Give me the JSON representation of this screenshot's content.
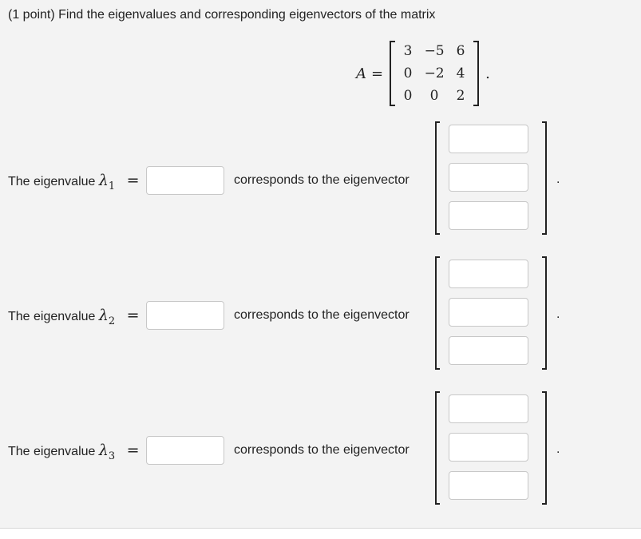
{
  "problem": {
    "prompt": "(1 point) Find the eigenvalues and corresponding eigenvectors of the matrix",
    "matrix_label": "A",
    "equals": "=",
    "matrix": [
      [
        "3",
        "−5",
        "6"
      ],
      [
        "0",
        "−2",
        "4"
      ],
      [
        "0",
        "0",
        "2"
      ]
    ],
    "period": "."
  },
  "rows": [
    {
      "label": "The eigenvalue",
      "symbol": "λ",
      "subscript": "1",
      "equals": "=",
      "eigenvalue_value": "",
      "corresponds": "corresponds to the eigenvector",
      "vector": [
        "",
        "",
        ""
      ],
      "period": "."
    },
    {
      "label": "The eigenvalue",
      "symbol": "λ",
      "subscript": "2",
      "equals": "=",
      "eigenvalue_value": "",
      "corresponds": "corresponds to the eigenvector",
      "vector": [
        "",
        "",
        ""
      ],
      "period": "."
    },
    {
      "label": "The eigenvalue",
      "symbol": "λ",
      "subscript": "3",
      "equals": "=",
      "eigenvalue_value": "",
      "corresponds": "corresponds to the eigenvector",
      "vector": [
        "",
        "",
        ""
      ],
      "period": "."
    }
  ],
  "colors": {
    "panel_bg": "#f3f3f3",
    "input_border": "#c8c8c8",
    "text": "#222222"
  }
}
